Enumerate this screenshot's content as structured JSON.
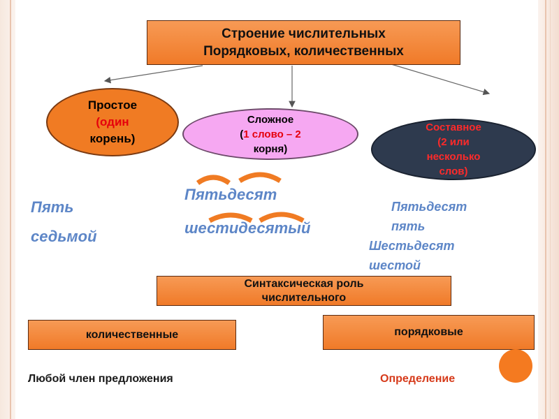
{
  "title": {
    "line1": "Строение числительных",
    "line2": "Порядковых, количественных"
  },
  "categories": {
    "simple": {
      "line1": "Простое",
      "line2": "(один",
      "line3": "корень)"
    },
    "complex": {
      "line1": "Сложное",
      "line2_open": "(",
      "line2_red": "1 слово – 2",
      "line3": "корня)"
    },
    "compound": {
      "line1": "Составное",
      "line2": "(2 или",
      "line3": "несколько",
      "line4": "слов)"
    }
  },
  "examples": {
    "simple": [
      "Пять",
      "седьмой"
    ],
    "complex": [
      "Пятьдесят",
      "шестидесятый"
    ],
    "compound": [
      "Пятьдесят",
      "пять",
      "Шестьдесят",
      "шестой"
    ]
  },
  "syntax": {
    "line1": "Синтаксическая роль",
    "line2": "числительного"
  },
  "roles": {
    "cardinal": "количественные",
    "ordinal": "порядковые"
  },
  "functions": {
    "cardinal": "Любой член предложения",
    "ordinal": "Определение"
  },
  "colors": {
    "box_orange": "#f07a28",
    "simple_ellipse": "#f07b23",
    "complex_ellipse": "#f6a8f2",
    "compound_ellipse": "#2e3a4e",
    "example_blue": "#5d86c7",
    "accent_red": "#e5000c"
  }
}
